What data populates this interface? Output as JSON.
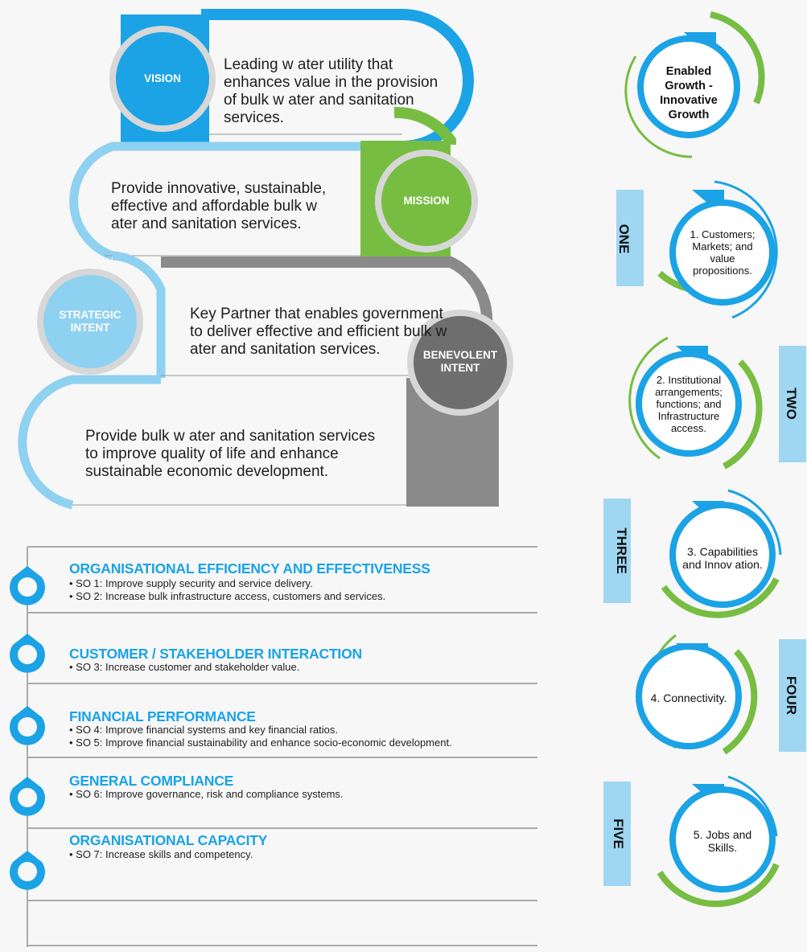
{
  "colors": {
    "blue": "#1ba3e6",
    "light_blue": "#8fd1f0",
    "green": "#77bd42",
    "grey": "#8a8a8a"
  },
  "statements": [
    {
      "label": "VISION",
      "text": "Leading w ater utility that enhances value in the provision of bulk w ater and sanitation services."
    },
    {
      "label": "MISSION",
      "text": "Provide innovative, sustainable, effective and affordable bulk w ater and sanitation services."
    },
    {
      "label": "STRATEGIC INTENT",
      "text": "Key Partner that enables government to deliver effective and efficient bulk w ater and sanitation services."
    },
    {
      "label": "BENEVOLENT INTENT",
      "text": "Provide bulk w ater and sanitation services to improve quality of life and enhance sustainable economic development."
    }
  ],
  "objectives": [
    {
      "title": "ORGANISATIONAL EFFICIENCY AND EFFECTIVENESS",
      "items": [
        "• SO 1: Improve supply security and service delivery.",
        "• SO 2: Increase bulk infrastructure access, customers and services."
      ]
    },
    {
      "title": "CUSTOMER / STAKEHOLDER INTERACTION",
      "items": [
        "• SO 3: Increase customer and stakeholder value."
      ]
    },
    {
      "title": "FINANCIAL PERFORMANCE",
      "items": [
        "• SO 4: Improve financial systems and key financial ratios.",
        "• SO 5: Improve financial sustainability and enhance socio-economic development."
      ]
    },
    {
      "title": "GENERAL COMPLIANCE",
      "items": [
        "• SO 6: Improve governance, risk and compliance systems."
      ]
    },
    {
      "title": "ORGANISATIONAL CAPACITY",
      "items": [
        "• SO 7: Increase skills and competency."
      ]
    }
  ],
  "growth": {
    "title": "Enabled Growth - Innovative Growth"
  },
  "pillars": [
    {
      "number": "ONE",
      "text": "1. Customers; Markets; and value propositions."
    },
    {
      "number": "TWO",
      "text": "2. Institutional arrangements; functions; and Infrastructure access."
    },
    {
      "number": "THREE",
      "text": "3. Capabilities and Innov ation."
    },
    {
      "number": "FOUR",
      "text": "4. Connectivity."
    },
    {
      "number": "FIVE",
      "text": "5. Jobs and Skills."
    }
  ]
}
